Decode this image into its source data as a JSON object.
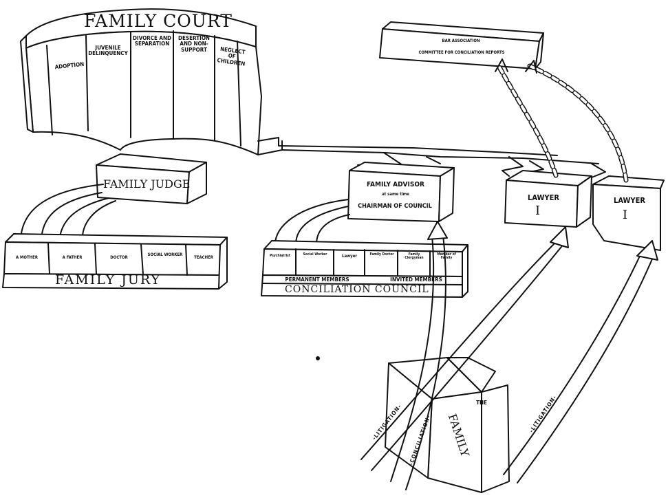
{
  "family_court": {
    "title": "FAMILY COURT",
    "divisions": [
      "ADOPTION",
      "JUVENILE DELINQUENCY",
      "DIVORCE and SEPARATION",
      "DESERTION and NON-SUPPORT",
      "NEGLECT of CHILDREN"
    ]
  },
  "bar_association": {
    "line1": "BAR ASSOCIATION",
    "line2": "COMMITTEE for CONCILIATION REPORTS"
  },
  "family_judge": {
    "label": "FAMILY JUDGE"
  },
  "family_jury": {
    "label": "FAMILY JURY",
    "members": [
      "A MOTHER",
      "A FATHER",
      "DOCTOR",
      "SOCIAL WORKER",
      "TEACHER"
    ]
  },
  "family_advisor": {
    "line1": "FAMILY ADVISOR",
    "line2": "at same time",
    "line3": "CHAIRMAN of COUNCIL"
  },
  "conciliation_council": {
    "label": "CONCILIATION COUNCIL",
    "permanent_label": "PERMANENT MEMBERS",
    "invited_label": "INVITED MEMBERS",
    "members": [
      "Psychiatrist",
      "Social Worker",
      "Lawyer",
      "Family Doctor",
      "Family Clergyman",
      "Member of Family"
    ]
  },
  "lawyers": [
    {
      "label": "LAWYER",
      "numeral": "I"
    },
    {
      "label": "LAWYER",
      "numeral": "I"
    }
  ],
  "family_house": {
    "line1": "THE",
    "line2": "FAMILY"
  },
  "paths": {
    "litigation_left": "-LITIGATION-",
    "conciliation": "-CONCILIATION-",
    "litigation_right": "-LITIGATION-"
  }
}
